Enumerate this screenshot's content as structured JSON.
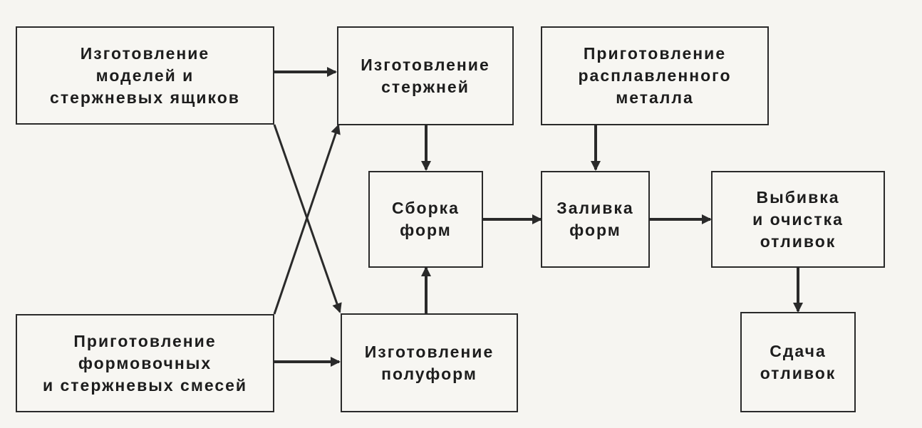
{
  "nodes": [
    {
      "id": "models",
      "label": "Изготовление\nмоделей и\nстержневых ящиков"
    },
    {
      "id": "cores",
      "label": "Изготовление\nстержней"
    },
    {
      "id": "metal",
      "label": "Приготовление\nрасплавленного\nметалла"
    },
    {
      "id": "assembly",
      "label": "Сборка\nформ"
    },
    {
      "id": "pouring",
      "label": "Заливка\nформ"
    },
    {
      "id": "knockout",
      "label": "Выбивка\nи очистка\nотливок"
    },
    {
      "id": "mixtures",
      "label": "Приготовление\nформовочных\nи стержневых смесей"
    },
    {
      "id": "halfmolds",
      "label": "Изготовление\nполуформ"
    },
    {
      "id": "delivery",
      "label": "Сдача\nотливок"
    }
  ],
  "edges": [
    {
      "from": "models",
      "to": "cores"
    },
    {
      "from": "models",
      "to": "halfmolds"
    },
    {
      "from": "mixtures",
      "to": "cores"
    },
    {
      "from": "mixtures",
      "to": "halfmolds"
    },
    {
      "from": "cores",
      "to": "assembly"
    },
    {
      "from": "halfmolds",
      "to": "assembly"
    },
    {
      "from": "metal",
      "to": "pouring"
    },
    {
      "from": "assembly",
      "to": "pouring"
    },
    {
      "from": "pouring",
      "to": "knockout"
    },
    {
      "from": "knockout",
      "to": "delivery"
    }
  ]
}
